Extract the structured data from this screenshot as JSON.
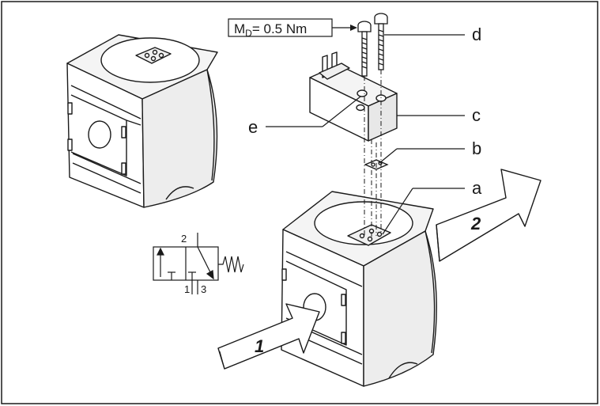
{
  "torque": {
    "symbol": "M",
    "subscript": "D",
    "value": "= 0.5 Nm"
  },
  "callouts": {
    "a": "a",
    "b": "b",
    "c": "c",
    "d": "d",
    "e": "e"
  },
  "flow_arrows": {
    "in": "1",
    "out": "2"
  },
  "valve_symbol": {
    "port_top": "2",
    "port_left": "1",
    "port_right": "3"
  },
  "colors": {
    "line": "#1a1a1a",
    "fill": "#ffffff",
    "shade": "#efefef",
    "dark": "#d9d9d9"
  }
}
